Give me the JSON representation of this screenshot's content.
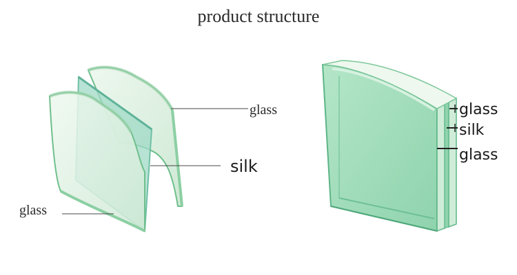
{
  "title": "product structure",
  "exploded_view": {
    "labels": {
      "glass_back": "glass",
      "silk": "silk",
      "glass_front": "glass"
    }
  },
  "assembled_view": {
    "labels": {
      "glass_top": "glass",
      "silk": "silk",
      "glass_bottom": "glass"
    }
  },
  "colors": {
    "glass_fill": "#d8efdb",
    "glass_edge": "#6fbf8c",
    "silk_fill": "#9fd9c6",
    "panel_face": "#9fdcb9",
    "leader": "#444444"
  }
}
